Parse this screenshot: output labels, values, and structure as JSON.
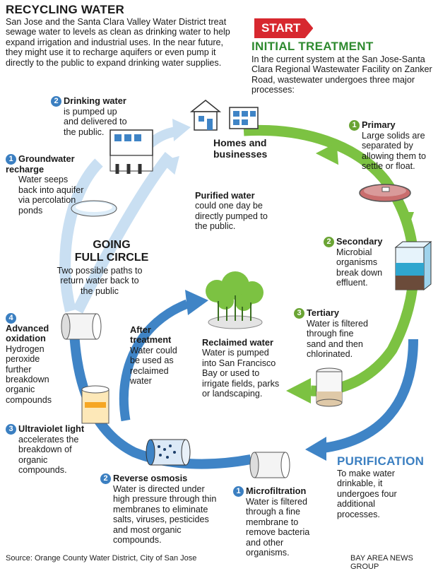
{
  "header": {
    "title": "RECYCLING WATER",
    "intro": "San Jose and the Santa Clara Valley Water District treat sewage water to levels as clean as drinking water to help expand irrigation and industrial uses. In the near future, they might use it to recharge aquifers or even pump it directly to the public to expand drinking water supplies."
  },
  "start": {
    "badge": "START",
    "heading": "INITIAL TREATMENT",
    "text": "In the current system at the San Jose-Santa Clara Regional Wastewater Facility on Zanker Road, wastewater undergoes three major processes:"
  },
  "homes": {
    "label": "Homes and businesses"
  },
  "steps": {
    "primary": {
      "num": "1",
      "title": "Primary",
      "text": "Large solids are separated by allowing them to settle or float."
    },
    "secondary": {
      "num": "2",
      "title": "Secondary",
      "text": "Microbial organisms break down effluent."
    },
    "tertiary": {
      "num": "3",
      "title": "Tertiary",
      "text": "Water is filtered through fine sand and then chlorinated."
    },
    "microfiltration": {
      "num": "1",
      "title": "Microfiltration",
      "text": "Water is filtered through a fine membrane to remove bacteria and other organisms."
    },
    "reverse_osmosis": {
      "num": "2",
      "title": "Reverse osmosis",
      "text": "Water is directed under high pressure through thin membranes to eliminate salts, viruses, pesticides and most organic compounds."
    },
    "uv_light": {
      "num": "3",
      "title": "Ultraviolet light",
      "text": "accelerates the breakdown of organic compounds."
    },
    "advanced_oxidation": {
      "num": "4",
      "title": "Advanced oxidation",
      "text": "Hydrogen peroxide further breakdown organic compounds"
    },
    "groundwater": {
      "num": "1",
      "title": "Groundwater recharge",
      "text": "Water seeps back into aquifer via percolation ponds"
    },
    "drinking": {
      "num": "2",
      "title": "Drinking water",
      "text": "is pumped up and delivered to the public."
    }
  },
  "purification": {
    "heading": "PURIFICATION",
    "text": "To make water drinkable, it undergoes four additional processes."
  },
  "center": {
    "heading_line1": "GOING",
    "heading_line2": "FULL CIRCLE",
    "text": "Two possible paths to return water back to the public"
  },
  "purified": {
    "title": "Purified water",
    "text": "could one day be directly pumped to the public."
  },
  "after": {
    "title": "After treatment",
    "text": "Water could be used as reclaimed water"
  },
  "reclaimed": {
    "title": "Reclaimed water",
    "text": "Water is pumped into San Francisco Bay or used to irrigate fields, parks or landscaping."
  },
  "footer": {
    "source": "Source: Orange County Water District, City of San Jose",
    "credit": "BAY AREA NEWS GROUP"
  },
  "colors": {
    "green": "#7cc242",
    "blue": "#3f84c6",
    "lightblue": "#c9dff2",
    "red": "#d7282f"
  }
}
